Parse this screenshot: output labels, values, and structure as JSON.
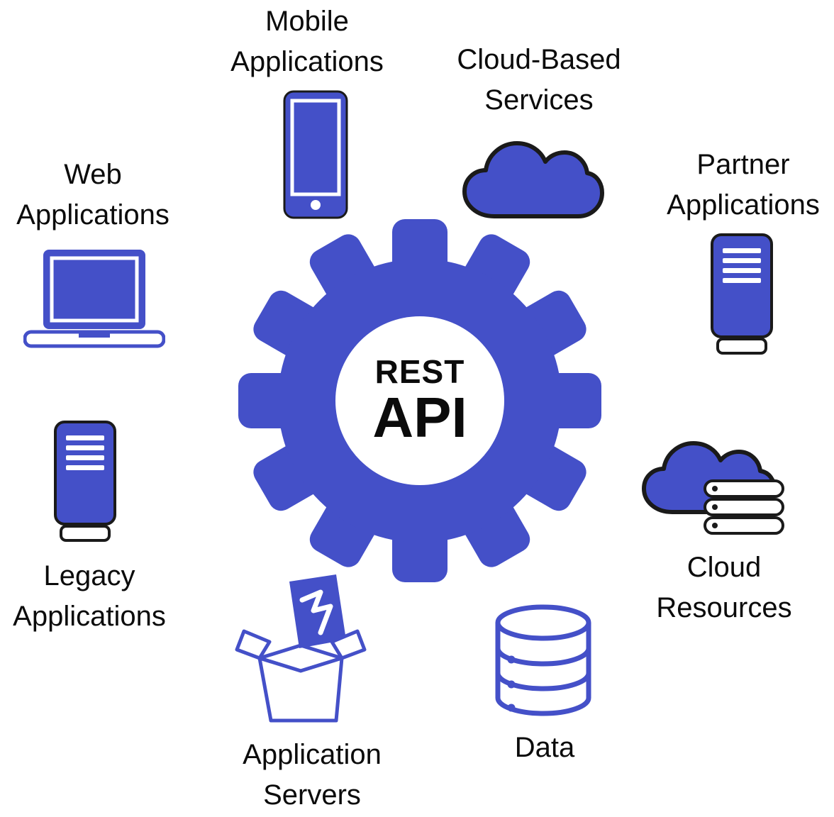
{
  "diagram": {
    "background": "#ffffff",
    "colors": {
      "primary_blue": "#4450c8",
      "outline_black": "#1a1a1a",
      "text_black": "#0b0b0b"
    },
    "center": {
      "line1": "REST",
      "line2": "API",
      "shape": "gear"
    },
    "nodes": [
      {
        "id": "mobile-applications",
        "label": "Mobile Applications",
        "icon": "smartphone-icon"
      },
      {
        "id": "cloud-based-services",
        "label": "Cloud-Based Services",
        "icon": "cloud-icon"
      },
      {
        "id": "partner-applications",
        "label": "Partner Applications",
        "icon": "server-icon"
      },
      {
        "id": "cloud-resources",
        "label": "Cloud Resources",
        "icon": "cloud-servers-icon"
      },
      {
        "id": "data",
        "label": "Data",
        "icon": "database-icon"
      },
      {
        "id": "application-servers",
        "label": "Application Servers",
        "icon": "open-box-icon"
      },
      {
        "id": "legacy-applications",
        "label": "Legacy Applications",
        "icon": "server-icon"
      },
      {
        "id": "web-applications",
        "label": "Web Applications",
        "icon": "laptop-icon"
      }
    ]
  }
}
